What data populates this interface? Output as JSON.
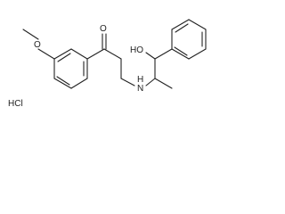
{
  "molecule": {
    "atom_labels": {
      "carbonyl_oxygen": "O",
      "ether_oxygen": "O",
      "amine": "H",
      "amine_n": "N",
      "hydroxyl": "HO"
    },
    "counterion": "HCl"
  }
}
